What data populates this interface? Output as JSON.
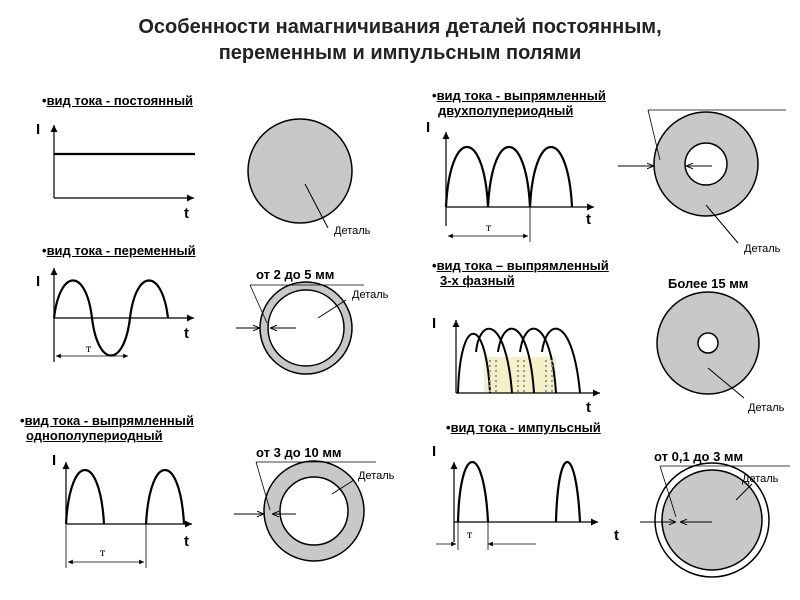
{
  "title": {
    "line1": "Особенности намагничивания деталей постоянным,",
    "line2": "переменным и импульсным полями"
  },
  "sections": {
    "dc": {
      "bullet": "•",
      "heading": "вид тока - постоянный"
    },
    "ac": {
      "bullet": "•",
      "heading": "вид тока - переменный",
      "size": "от 2 до 5 мм"
    },
    "half_wave": {
      "bullet": "•",
      "heading_line1": "вид тока - выпрямленный",
      "heading_line2": "однополупериодный",
      "size": "от 3 до 10 мм"
    },
    "full_wave": {
      "bullet": "•",
      "heading_line1": "вид тока - выпрямленный",
      "heading_line2": "двухполупериодный"
    },
    "three_phase": {
      "bullet": "•",
      "heading_line1": "вид тока – выпрямленный",
      "heading_line2": "3-х фазный",
      "size": "Более 15 мм"
    },
    "pulse": {
      "bullet": "•",
      "heading": "вид тока - импульсный",
      "size": "от 0,1 до 3 мм"
    }
  },
  "labels": {
    "current_axis": "I",
    "time_axis": "t",
    "period": "т",
    "detail": "Деталь"
  },
  "colors": {
    "part_fill": "#c8c8c8",
    "stroke": "#000000",
    "title": "#222222",
    "phase_highlight": "#f6f0c8"
  }
}
